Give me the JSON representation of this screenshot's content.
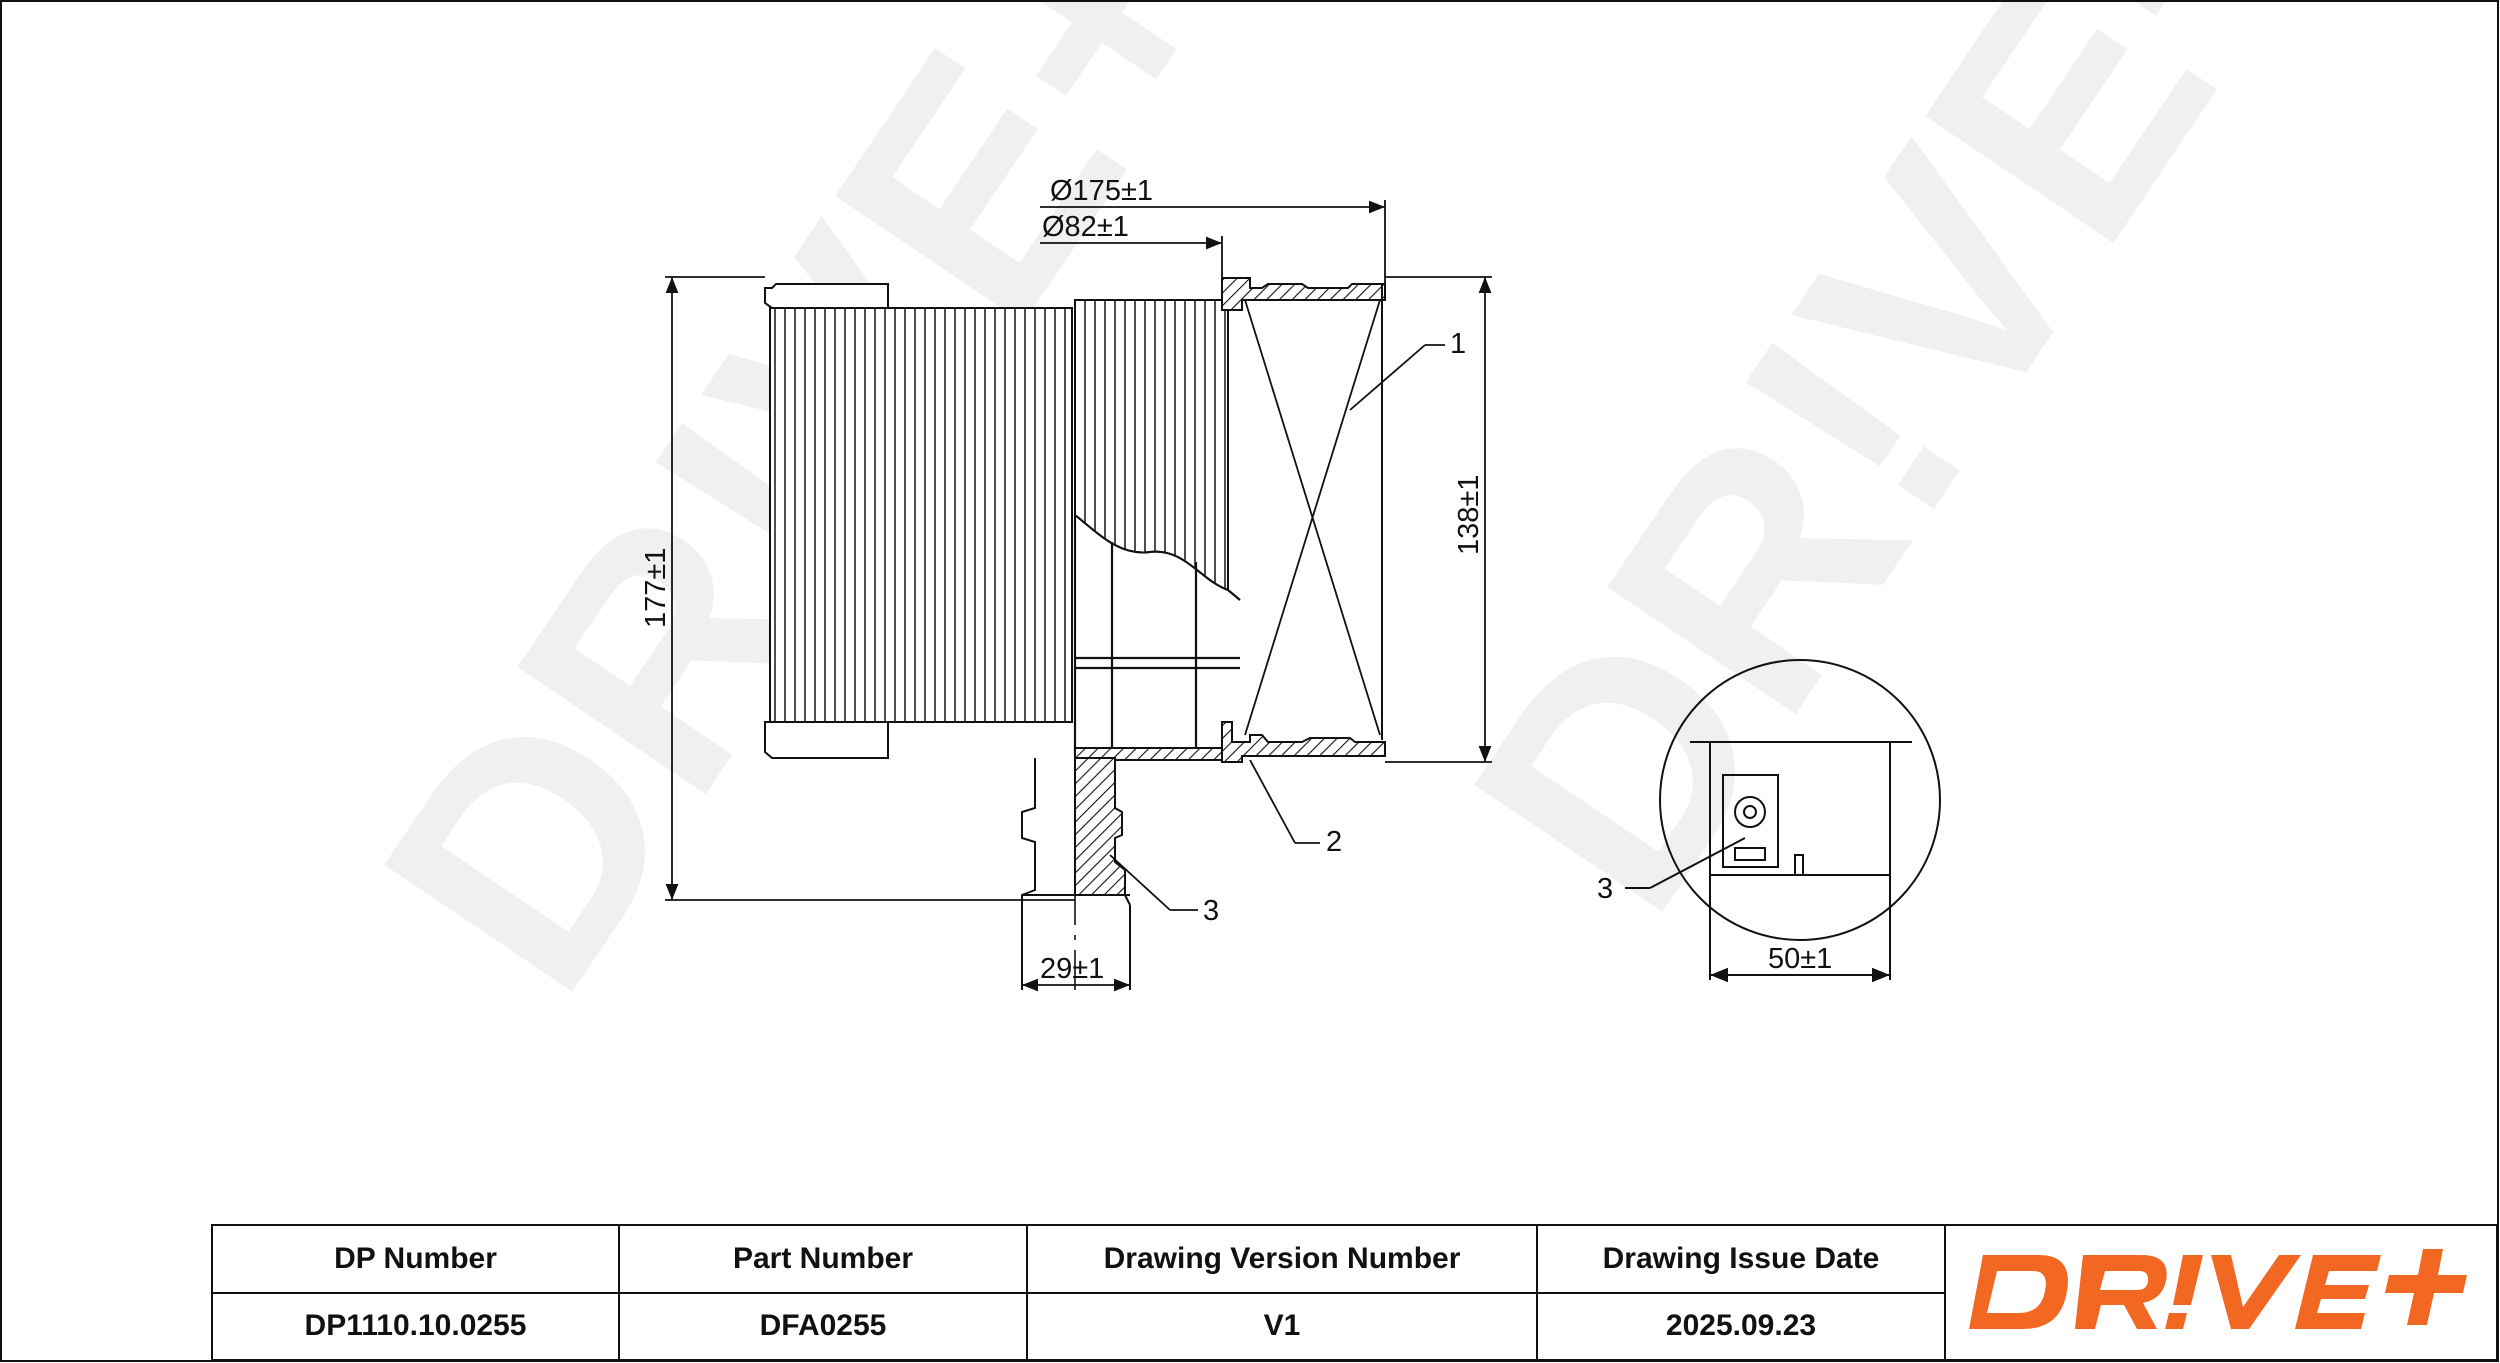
{
  "drawing": {
    "dimensions": {
      "outer_diameter": "Ø175±1",
      "inner_diameter": "Ø82±1",
      "total_height": "177±1",
      "body_height": "138±1",
      "stem_width": "29±1",
      "detail_width": "50±1"
    },
    "callouts": {
      "c1": "1",
      "c2": "2",
      "c3": "3",
      "c3_detail": "3"
    },
    "watermark": "DR!VE+"
  },
  "title_block": {
    "headers": [
      "DP Number",
      "Part Number",
      "Drawing Version Number",
      "Drawing Issue Date"
    ],
    "values": [
      "DP1110.10.0255",
      "DFA0255",
      "V1",
      "2025.09.23"
    ],
    "logo_text": "DR!VE+",
    "logo_color": "#f26722"
  },
  "colors": {
    "line": "#111111",
    "brand_orange": "#f26722"
  }
}
